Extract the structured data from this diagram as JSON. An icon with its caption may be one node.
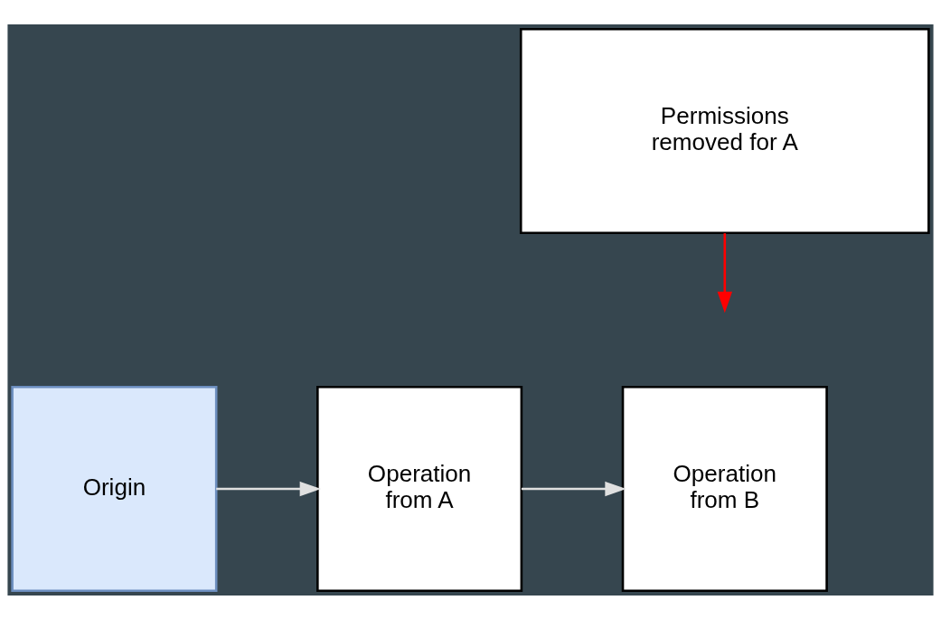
{
  "diagram": {
    "nodes": [
      {
        "text": [
          "Permissions removed for A"
        ]
      },
      {
        "text": [
          "Origin"
        ]
      },
      {
        "text": [
          "Operation from A"
        ]
      },
      {
        "text": [
          "Operation from B"
        ]
      }
    ],
    "edges": [
      {
        "from": 1,
        "to": 2,
        "arrow": "to"
      },
      {
        "from": 2,
        "to": 3,
        "arrow": "to"
      },
      {
        "from": 0,
        "to": null,
        "arrow": "to",
        "color": "#ff0000"
      }
    ]
  }
}
